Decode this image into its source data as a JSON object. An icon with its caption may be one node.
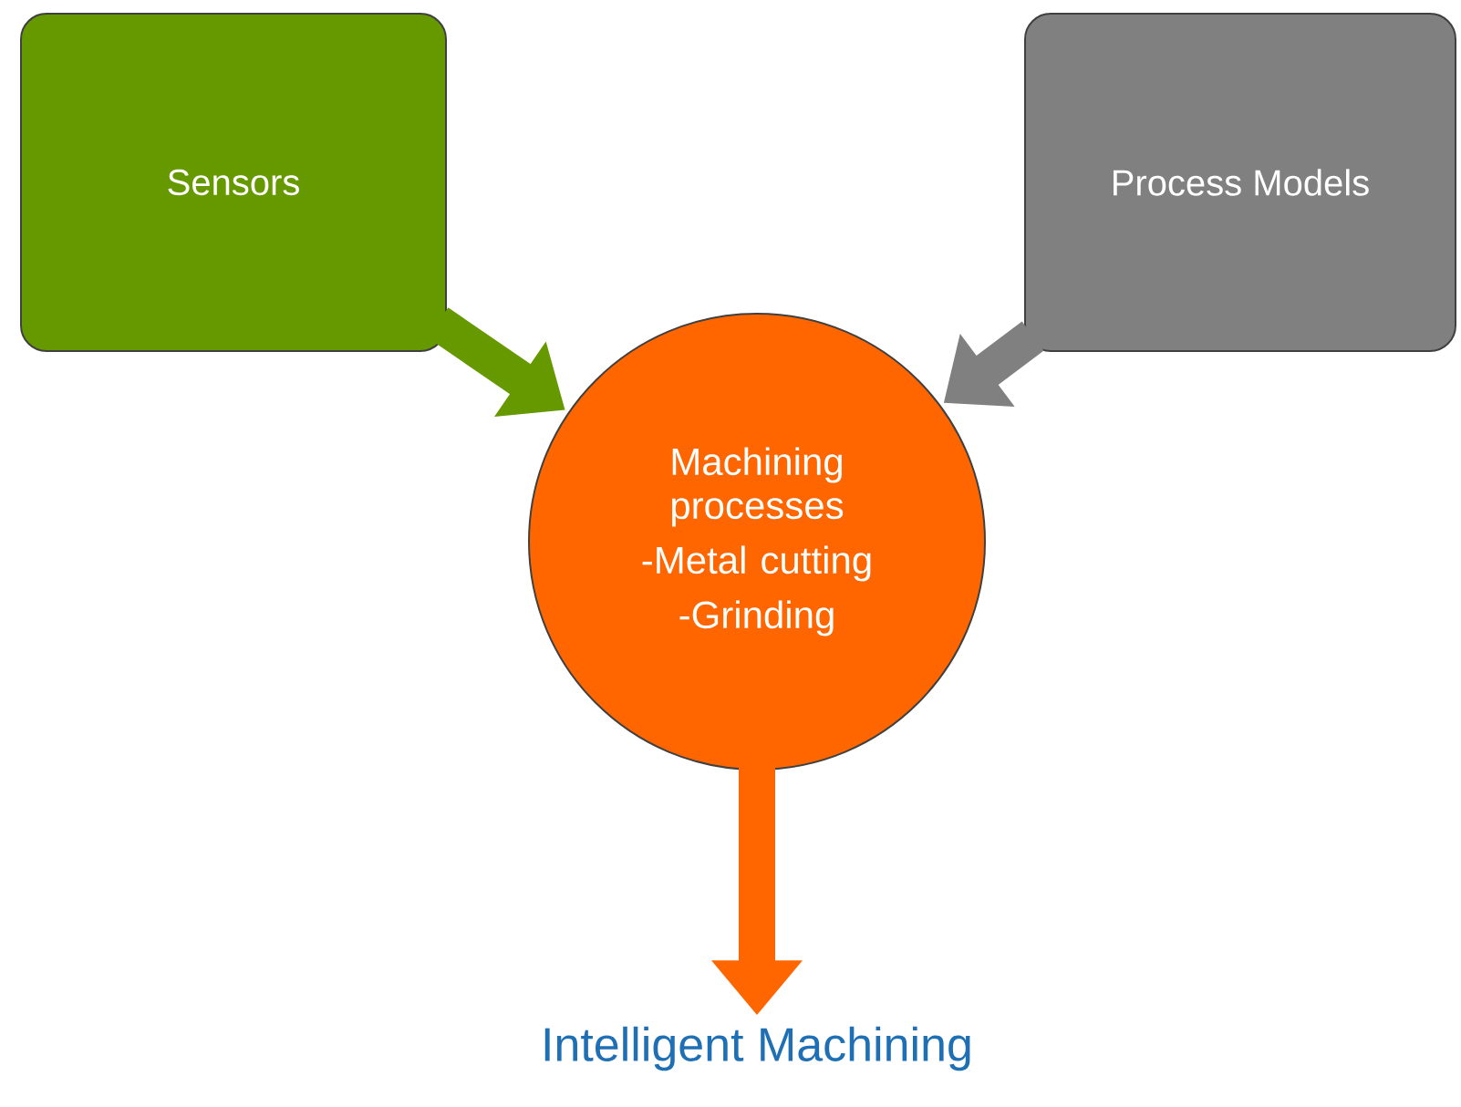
{
  "diagram": {
    "nodes": [
      {
        "text": [
          "Sensors"
        ]
      },
      {
        "text": [
          "Process Models"
        ]
      },
      {
        "text": [
          "Machining processes",
          "-Metal cutting",
          "-Grinding"
        ]
      },
      {
        "text": [
          "Intelligent Machining"
        ]
      }
    ],
    "edges": [
      {
        "from": 0,
        "to": 2,
        "arrow": "to",
        "color": "#669900"
      },
      {
        "from": 1,
        "to": 2,
        "arrow": "to",
        "color": "#808080"
      },
      {
        "from": 2,
        "to": 3,
        "arrow": "to",
        "color": "#ff6600"
      }
    ]
  }
}
